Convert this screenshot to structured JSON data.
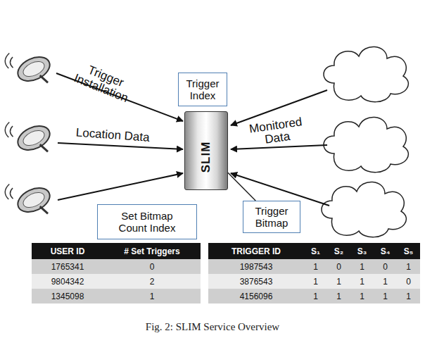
{
  "diagram": {
    "caption": "Fig. 2: SLIM Service Overview",
    "nodes": [
      {
        "text": [
          "Trigger Index"
        ]
      },
      {
        "text": [
          "SLIM"
        ]
      },
      {
        "text": [
          "Set Bitmap Count Index"
        ]
      },
      {
        "text": [
          "Trigger Bitmap"
        ]
      }
    ],
    "edges": [
      {
        "from": 3,
        "to": 1,
        "arrow": "none"
      }
    ],
    "labels": [
      "Trigger Installation",
      "Location Data",
      "Monitored Data",
      "USER ID",
      "# Set Triggers",
      "1765341",
      "0",
      "9804342",
      "2",
      "1345098",
      "1",
      "TRIGGER ID",
      "S₁",
      "S₂",
      "S₃",
      "S₄",
      "S₅",
      "1987543",
      "1",
      "0",
      "1",
      "0",
      "1",
      "3876543",
      "1",
      "1",
      "1",
      "1",
      "0",
      "4156096",
      "1",
      "1",
      "1",
      "1",
      "1"
    ]
  }
}
